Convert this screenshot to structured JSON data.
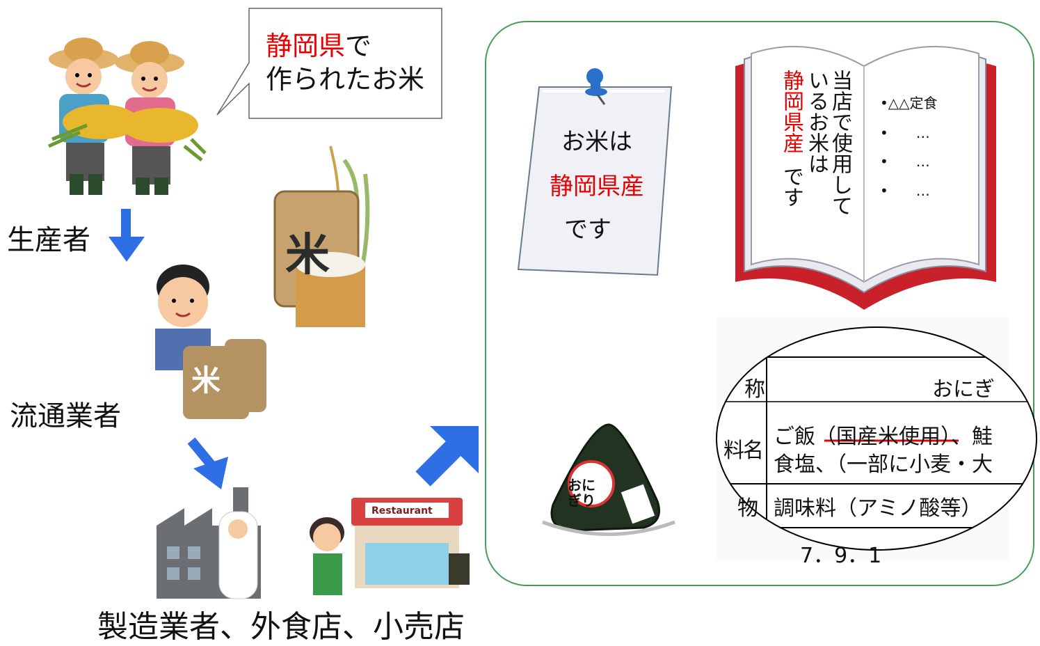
{
  "callout": {
    "highlight": "静岡県",
    "text_rest": "で",
    "line2": "作られたお米"
  },
  "stages": {
    "producer": "生産者",
    "distributor": "流通業者",
    "retail": "製造業者、外食店、小売店"
  },
  "rice_bag_char": "米",
  "sack_char": "米",
  "restaurant_sign": "Restaurant",
  "note": {
    "line1": "お米は",
    "line2": "静岡県産",
    "line3": "です"
  },
  "menu_book": {
    "col1": "当店で使用して",
    "col2": "いるお米は",
    "col3_red": "静岡県産",
    "col4": "です",
    "items": [
      "•△△定食",
      "•　　…",
      "•　　…",
      "•　　…"
    ]
  },
  "onigiri_label": "おにぎり",
  "food_label": {
    "row1_head": "称",
    "row1_val": "おにぎ",
    "row2_head": "名",
    "row2_head_prefix": "料",
    "row2_line1_a": "ご飯",
    "row2_line1_b": "（国産米使用）",
    "row2_line1_c": "、鮭",
    "row2_line2": "食塩、（一部に小麦・大",
    "row3_head": "物",
    "row3_val": "調味料（アミノ酸等）",
    "row4_val": "7．9．1"
  },
  "colors": {
    "accent_red": "#e60000",
    "arrow_blue": "#2f6fe6",
    "panel_border": "#4a9a5a"
  }
}
